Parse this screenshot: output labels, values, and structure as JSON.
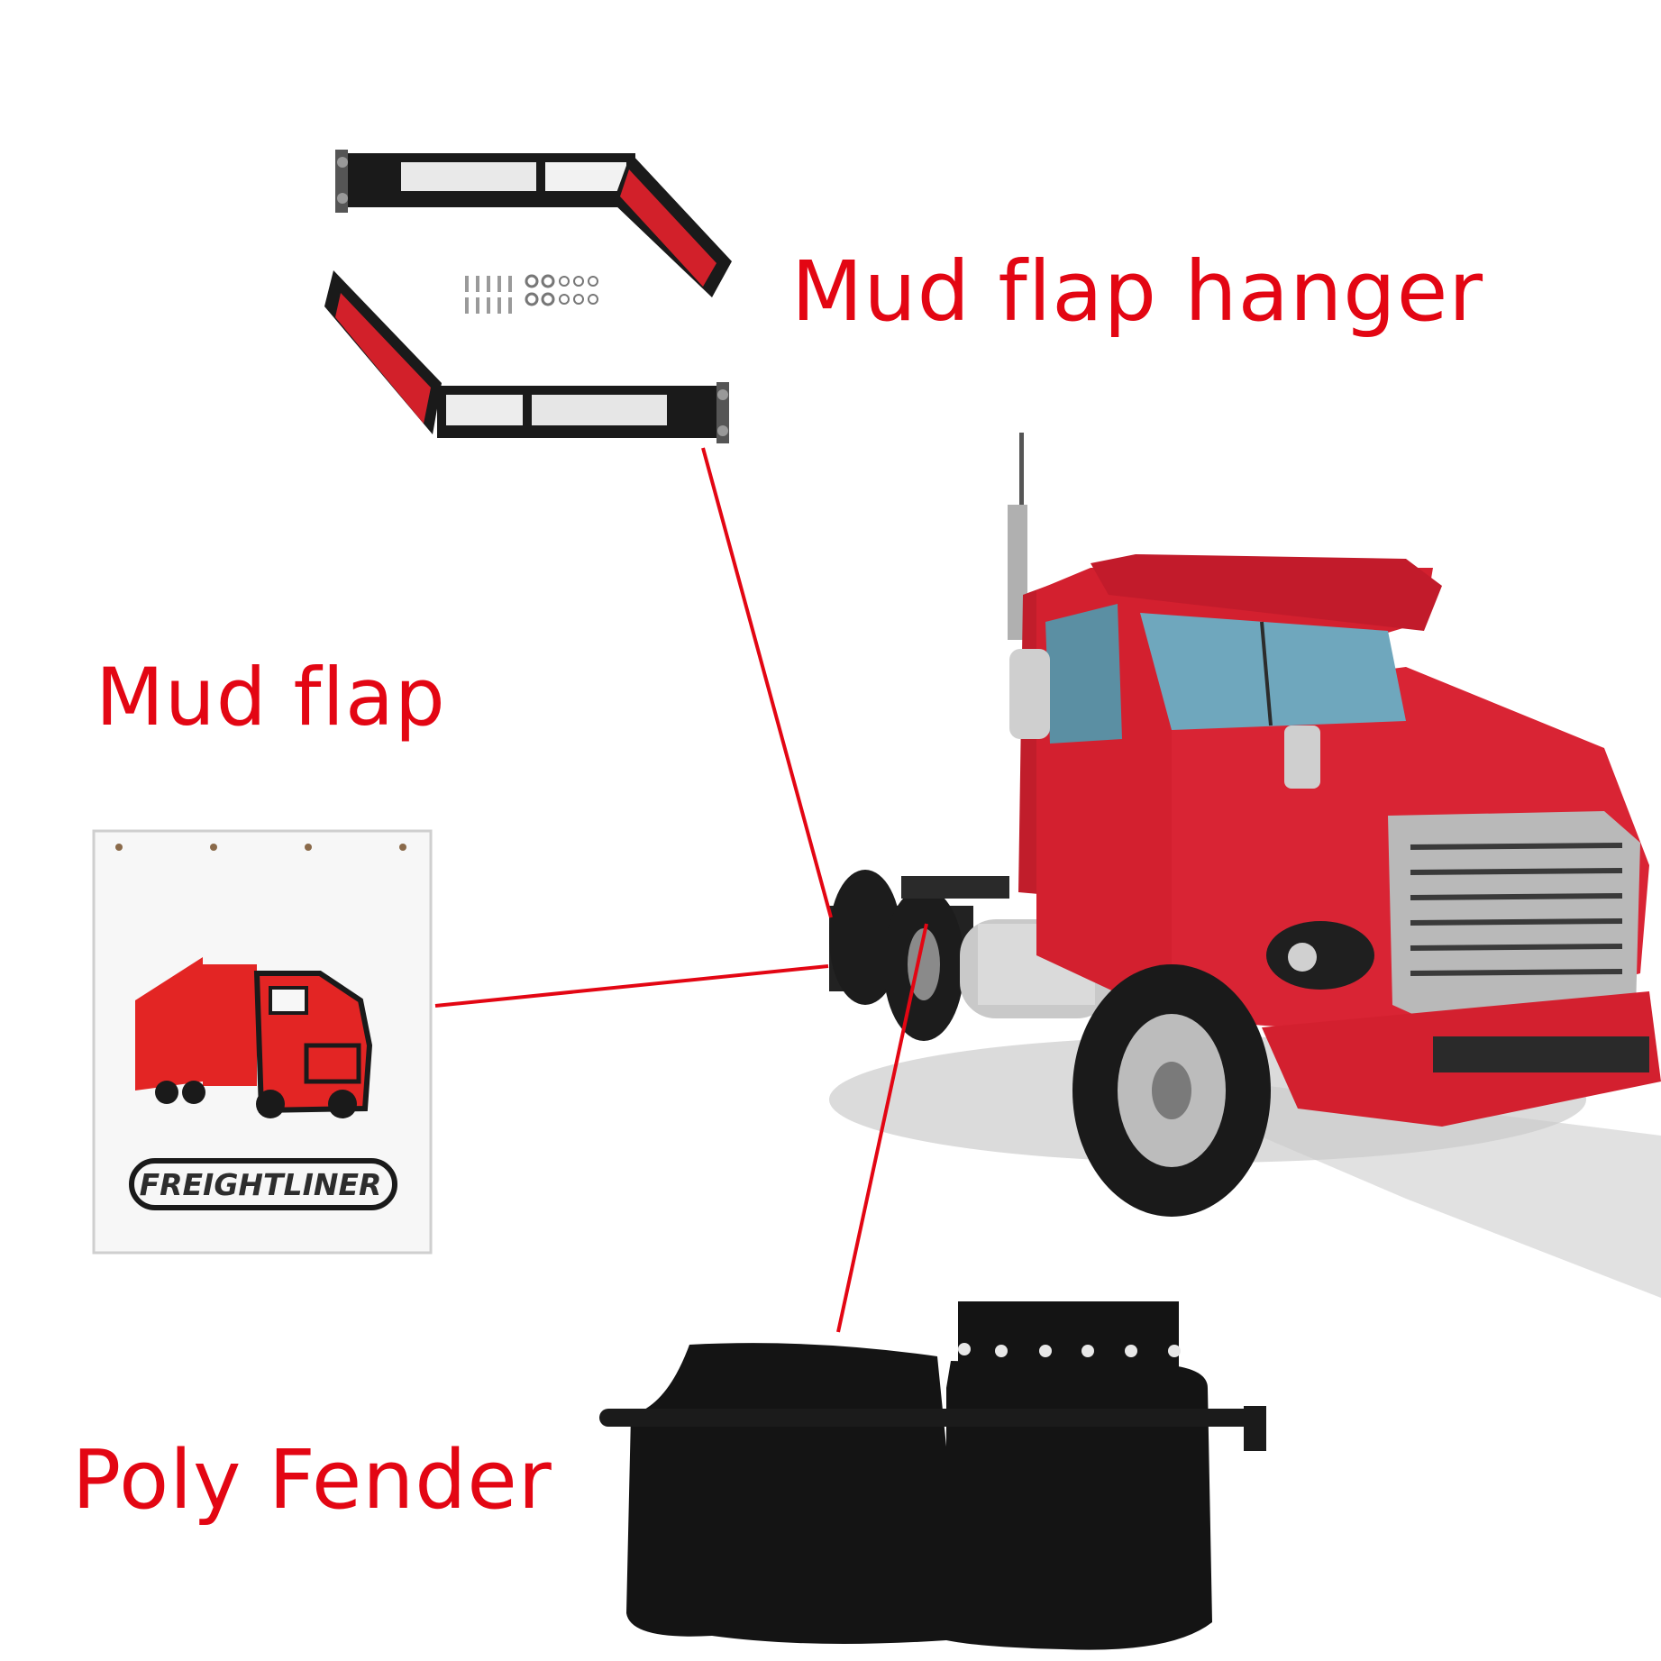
{
  "labels": {
    "mud_flap_hanger": "Mud flap hanger",
    "mud_flap": "Mud flap",
    "poly_fender": "Poly Fender"
  },
  "mud_flap": {
    "brand_text": "FREIGHTLINER"
  },
  "colors": {
    "label_red": "#e30613",
    "connector_red": "#e30613",
    "truck_red": "#d3202f",
    "fender_black": "#141414"
  },
  "icons": {
    "hanger": "mud-flap-hanger-brackets",
    "truck": "semi-truck-cab",
    "mudflap": "freightliner-mud-flap",
    "fender": "poly-fender-pair"
  }
}
